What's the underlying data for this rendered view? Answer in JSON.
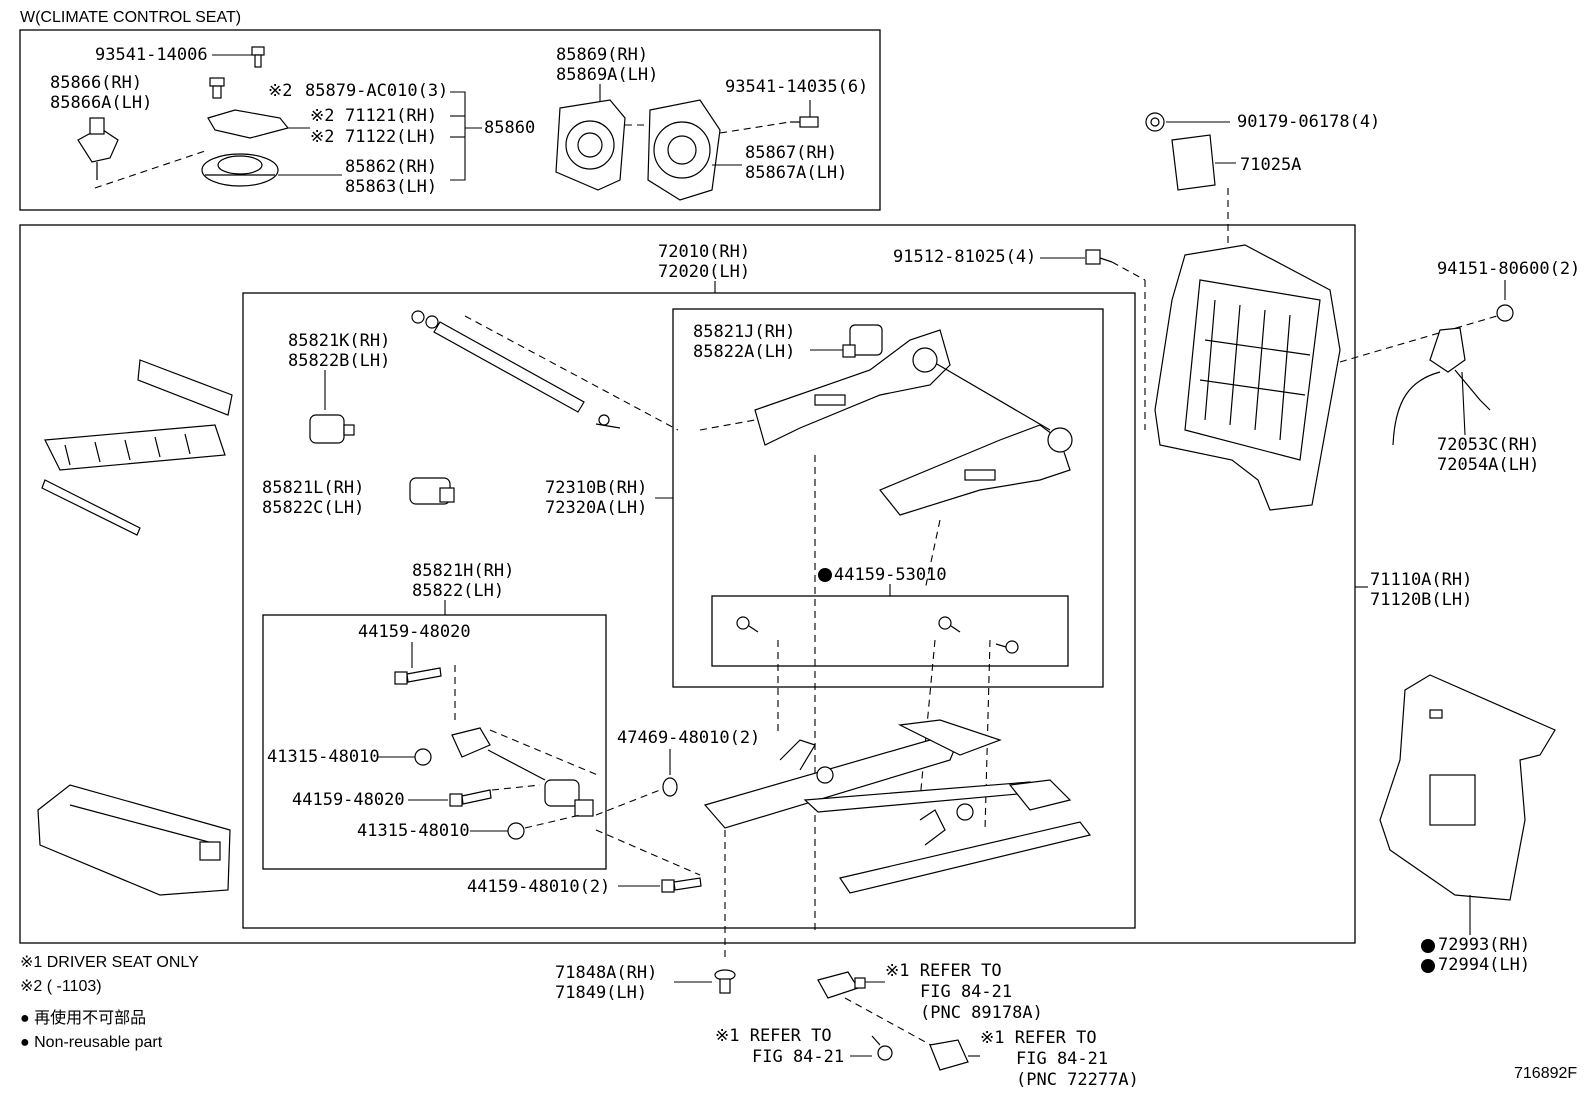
{
  "climate_section": {
    "title": "W(CLIMATE CONTROL SEAT)",
    "parts": {
      "p93541_14006": "93541-14006",
      "p85866": [
        "85866(RH)",
        "85866A(LH)"
      ],
      "p85879": "85879-AC010(3)",
      "p71121": "71121(RH)",
      "p71122": "71122(LH)",
      "p85860": "85860",
      "p85862": [
        "85862(RH)",
        "85863(LH)"
      ],
      "p85869": [
        "85869(RH)",
        "85869A(LH)"
      ],
      "p93541_14035": "93541-14035(6)",
      "p85867": [
        "85867(RH)",
        "85867A(LH)"
      ]
    },
    "mark2": "※2"
  },
  "top_right": {
    "p90179": "90179-06178(4)",
    "p71025A": "71025A"
  },
  "main_section": {
    "p72010": [
      "72010(RH)",
      "72020(LH)"
    ],
    "p91512": "91512-81025(4)",
    "p94151": "94151-80600(2)",
    "p85821K": [
      "85821K(RH)",
      "85822B(LH)"
    ],
    "p85821J": [
      "85821J(RH)",
      "85822A(LH)"
    ],
    "p85821L": [
      "85821L(RH)",
      "85822C(LH)"
    ],
    "p72310B": [
      "72310B(RH)",
      "72320A(LH)"
    ],
    "p72053C": [
      "72053C(RH)",
      "72054A(LH)"
    ],
    "p44159_53010": "44159-53010",
    "p85821H": [
      "85821H(RH)",
      "85822(LH)"
    ],
    "p71110A": [
      "71110A(RH)",
      "71120B(LH)"
    ],
    "p44159_48020": "44159-48020",
    "p41315_48010": "41315-48010",
    "p47469": "47469-48010(2)",
    "p44159_48010": "44159-48010(2)"
  },
  "bottom_parts": {
    "p72993": [
      "72993(RH)",
      "72994(LH)"
    ],
    "p71848A": [
      "71848A(RH)",
      "71849(LH)"
    ],
    "refer1": [
      "※1 REFER TO",
      "FIG 84-21",
      "(PNC 89178A)"
    ],
    "refer2": [
      "※1 REFER TO",
      "FIG 84-21"
    ],
    "refer3": [
      "※1 REFER TO",
      "FIG 84-21",
      "(PNC 72277A)"
    ]
  },
  "notes": {
    "note1": "※1  DRIVER SEAT ONLY",
    "note2": "※2 (      -1103)",
    "legend_jp": "● 再使用不可部品",
    "legend_en": "● Non-reusable part"
  },
  "figure_id": "716892F"
}
